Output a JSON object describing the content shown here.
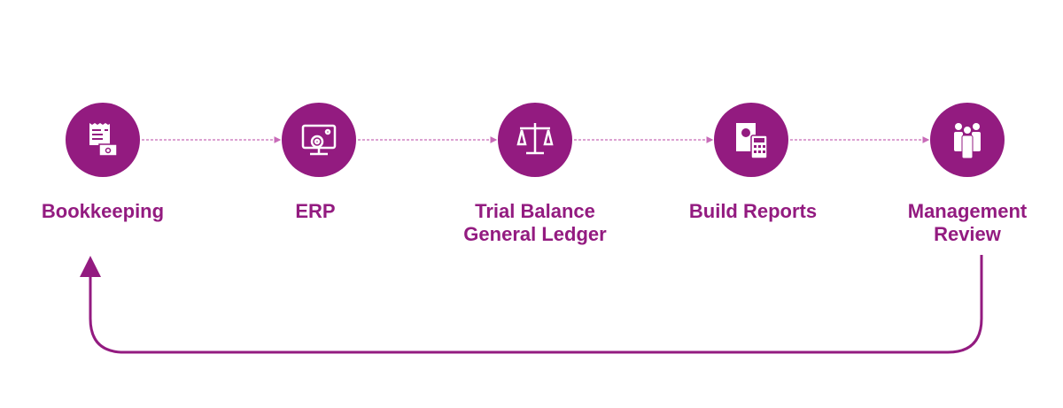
{
  "colors": {
    "accent": "#931b80",
    "connector": "#c86bb8"
  },
  "steps": [
    {
      "icon": "receipt-cash-icon",
      "lines": [
        "Bookkeeping"
      ]
    },
    {
      "icon": "monitor-gear-icon",
      "lines": [
        "ERP"
      ]
    },
    {
      "icon": "balance-scale-icon",
      "lines": [
        "Trial Balance",
        "General Ledger"
      ]
    },
    {
      "icon": "report-calculator-icon",
      "lines": [
        "Build Reports"
      ]
    },
    {
      "icon": "team-icon",
      "lines": [
        "Management",
        "Review"
      ]
    }
  ]
}
